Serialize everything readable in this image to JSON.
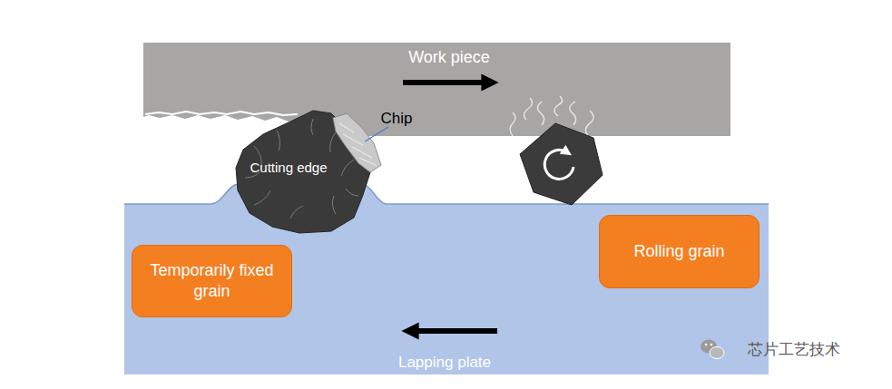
{
  "diagram": {
    "nodes": [
      {
        "text": [
          "Work piece"
        ]
      },
      {
        "text": [
          "Cutting edge"
        ]
      },
      {
        "text": [
          "Lapping plate"
        ]
      },
      {
        "text": [
          "Temporarily fixed grain"
        ],
        "in": 2
      },
      {
        "text": [
          "Rolling grain"
        ],
        "in": 2
      }
    ],
    "labels": [
      "Chip",
      "芯片工艺技术"
    ]
  }
}
